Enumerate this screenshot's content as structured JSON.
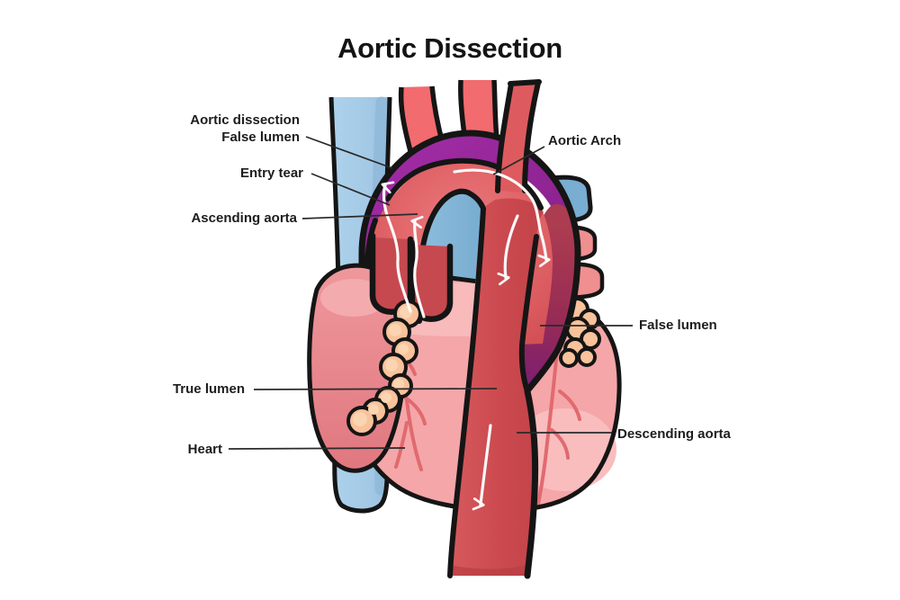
{
  "title": "Aortic Dissection",
  "labels": {
    "left": [
      {
        "text": "Aortic dissection"
      },
      {
        "text": "False lumen"
      },
      {
        "text": "Entry tear"
      },
      {
        "text": "Ascending aorta"
      },
      {
        "text": "True lumen"
      },
      {
        "text": "Heart"
      }
    ],
    "right": [
      {
        "text": "Aortic Arch"
      },
      {
        "text": "False lumen"
      },
      {
        "text": "Descending aorta"
      }
    ]
  },
  "colors": {
    "background": "#ffffff",
    "outline": "#151515",
    "title_text": "#141414",
    "label_text": "#1d1d1d",
    "leader_line": "#2a2a2a",
    "aorta_red": "#DC5A5E",
    "aorta_red_light": "#EA7E80",
    "descending_red": "#CC4B50",
    "branch_red": "#F26B6E",
    "root_red": "#C6494F",
    "false_lumen_purple": "#8E2492",
    "false_lumen_crimson": "#A63A52",
    "heart_pink": "#F5A6A8",
    "heart_pink_light": "#F8BCBD",
    "coronary_vessel": "#E06A6F",
    "atrium_rose": "#E9898F",
    "auricle_peach": "#F8C29B",
    "auricle_peach_light": "#FBD4B2",
    "vena_cava_blue": "#A5CBE7",
    "vena_cava_shade": "#8FB8D9",
    "pulmonary_blue": "#79ADD1",
    "pulmonary_vein_pink": "#EF8F90",
    "flow_arrow": "#ffffff"
  }
}
